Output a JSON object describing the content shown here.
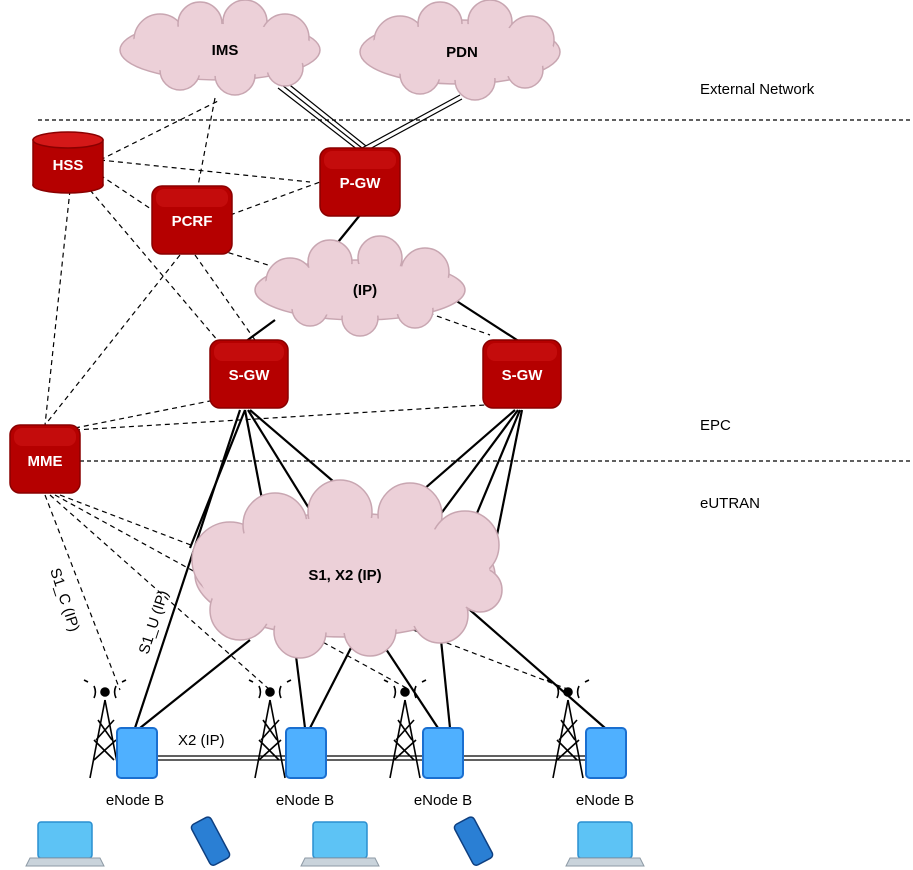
{
  "labels": {
    "ims": "IMS",
    "pdn": "PDN",
    "external_network": "External Network",
    "hss": "HSS",
    "pgw": "P-GW",
    "pcrf": "PCRF",
    "ip_cloud": "(IP)",
    "sgw_left": "S-GW",
    "sgw_right": "S-GW",
    "epc": "EPC",
    "mme": "MME",
    "eutran": "eUTRAN",
    "s1x2_cloud": "S1, X2 (IP)",
    "s1_c": "S1_C (IP)",
    "s1_u": "S1_U (IP)",
    "x2": "X2 (IP)",
    "enodeb_1": "eNode B",
    "enodeb_2": "eNode B",
    "enodeb_3": "eNode B",
    "enodeb_4": "eNode B"
  },
  "colors": {
    "core_node": "#b50000",
    "cloud": "#ecd0d8",
    "enodeb": "#4fb0ff",
    "device": "#5dc3f5"
  },
  "devices": [
    "laptop-icon",
    "phone-icon",
    "laptop-icon",
    "phone-icon",
    "laptop-icon"
  ]
}
